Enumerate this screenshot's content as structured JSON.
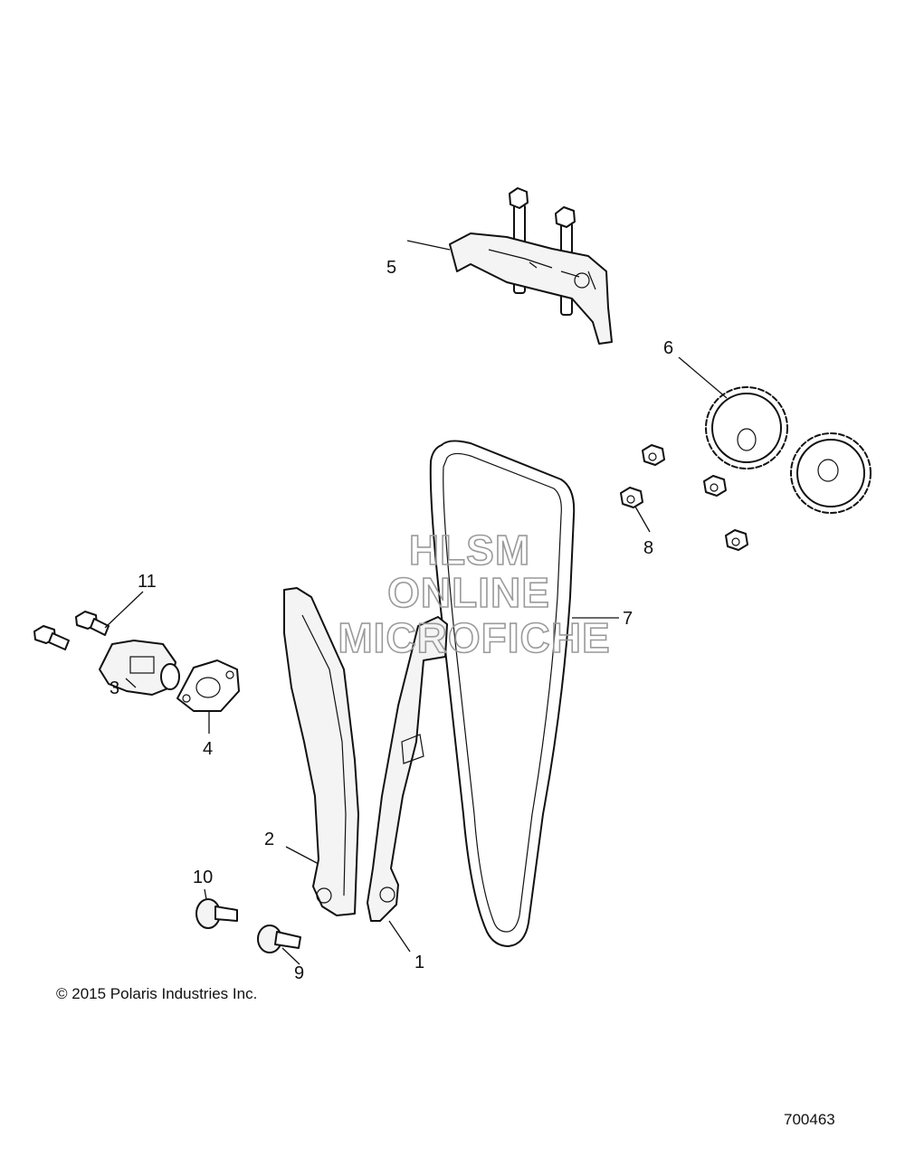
{
  "callouts": [
    "1",
    "2",
    "3",
    "4",
    "5",
    "6",
    "7",
    "8",
    "9",
    "10",
    "11"
  ],
  "watermark": {
    "line1": "HLSM",
    "line2": "ONLINE",
    "line3": "MICROFICHE"
  },
  "copyright": "© 2015 Polaris Industries Inc.",
  "figure_number": "700463"
}
